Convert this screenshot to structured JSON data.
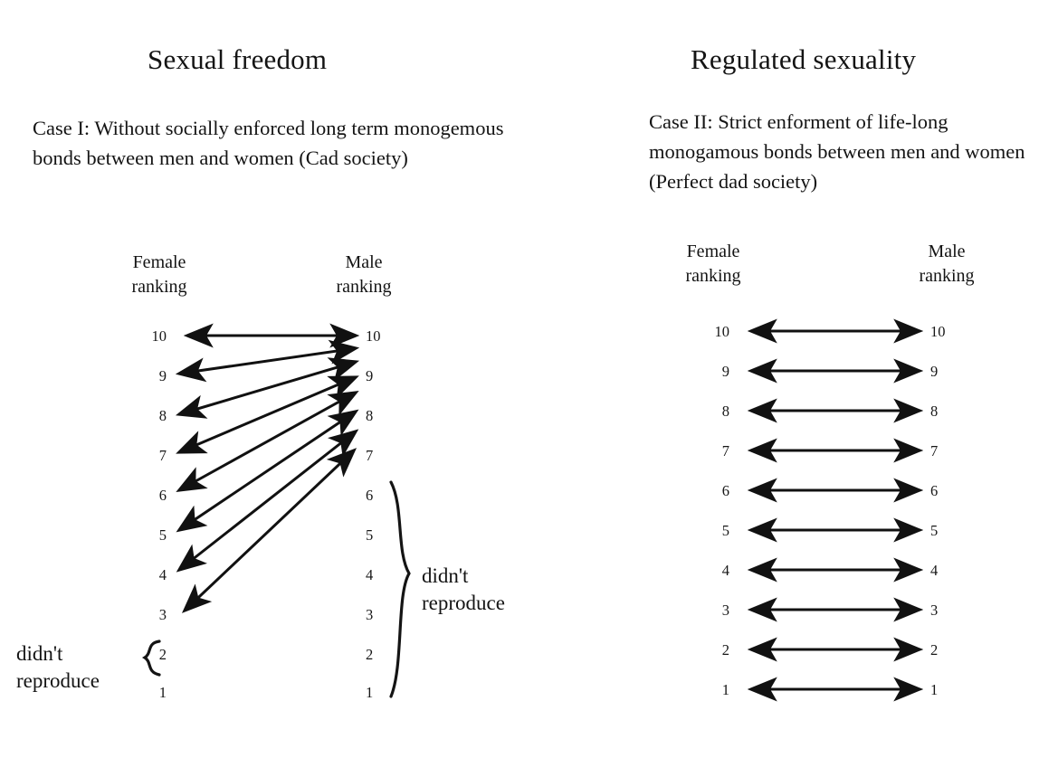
{
  "figure": {
    "type": "diagram",
    "description": "Two side-by-side mating-pattern diagrams comparing female and male ranking pairings"
  },
  "panels": [
    {
      "id": "sexual-freedom",
      "title": "Sexual freedom",
      "caption": "Case I: Without socially enforced long term monogemous bonds between men and women (Cad society)",
      "left_column_header": "Female\nranking",
      "left_column_header_line1": "Female",
      "left_column_header_line2": "ranking",
      "right_column_header_line1": "Male",
      "right_column_header_line2": "ranking",
      "ranks": [
        "10",
        "9",
        "8",
        "7",
        "6",
        "5",
        "4",
        "3",
        "2",
        "1"
      ],
      "pairings": [
        {
          "female": 10,
          "male": 10
        },
        {
          "female": 9,
          "male": 10
        },
        {
          "female": 8,
          "male": 10
        },
        {
          "female": 7,
          "male": 9
        },
        {
          "female": 6,
          "male": 9
        },
        {
          "female": 5,
          "male": 8
        },
        {
          "female": 4,
          "male": 8
        },
        {
          "female": 3,
          "male": 7
        }
      ],
      "brace_left": {
        "label_line1": "didn't",
        "label_line2": "reproduce",
        "covers": [
          "2",
          "1"
        ]
      },
      "brace_right": {
        "label_line1": "didn't",
        "label_line2": "reproduce",
        "covers": [
          "6",
          "5",
          "4",
          "3",
          "2",
          "1"
        ]
      }
    },
    {
      "id": "regulated-sexuality",
      "title": "Regulated sexuality",
      "caption": "Case II: Strict enforment of life-long monogamous bonds between men and women (Perfect dad society)",
      "left_column_header_line1": "Female",
      "left_column_header_line2": "ranking",
      "right_column_header_line1": "Male",
      "right_column_header_line2": "ranking",
      "ranks": [
        "10",
        "9",
        "8",
        "7",
        "6",
        "5",
        "4",
        "3",
        "2",
        "1"
      ],
      "pairings": [
        {
          "female": 10,
          "male": 10
        },
        {
          "female": 9,
          "male": 9
        },
        {
          "female": 8,
          "male": 8
        },
        {
          "female": 7,
          "male": 7
        },
        {
          "female": 6,
          "male": 6
        },
        {
          "female": 5,
          "male": 5
        },
        {
          "female": 4,
          "male": 4
        },
        {
          "female": 3,
          "male": 3
        },
        {
          "female": 2,
          "male": 2
        },
        {
          "female": 1,
          "male": 1
        }
      ],
      "brace_left": null,
      "brace_right": null
    }
  ],
  "colors": {
    "background": "#ffffff",
    "ink": "#141414",
    "arrow": "#111111"
  }
}
